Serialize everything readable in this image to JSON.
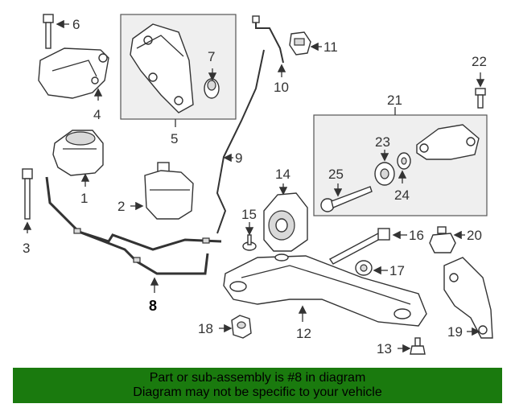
{
  "callouts": {
    "n1": "1",
    "n2": "2",
    "n3": "3",
    "n4": "4",
    "n5": "5",
    "n6": "6",
    "n7": "7",
    "n8": "8",
    "n9": "9",
    "n10": "10",
    "n11": "11",
    "n12": "12",
    "n13": "13",
    "n14": "14",
    "n15": "15",
    "n16": "16",
    "n17": "17",
    "n18": "18",
    "n19": "19",
    "n20": "20",
    "n21": "21",
    "n22": "22",
    "n23": "23",
    "n24": "24",
    "n25": "25"
  },
  "highlight_color": "#1a7a0e",
  "banner": {
    "line1": "Part or sub-assembly is #8 in diagram",
    "line2": "Diagram may not be specific to your vehicle"
  }
}
